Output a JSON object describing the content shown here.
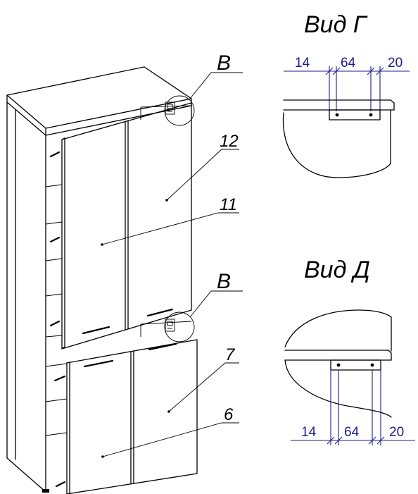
{
  "views": {
    "g": {
      "title": "Вид Г",
      "dims": [
        "14",
        "64",
        "20"
      ]
    },
    "d": {
      "title": "Вид Д",
      "dims": [
        "14",
        "64",
        "20"
      ]
    }
  },
  "callouts": {
    "b_top": "В",
    "b_bottom": "В",
    "n12": "12",
    "n11": "11",
    "n7": "7",
    "n6": "6"
  }
}
